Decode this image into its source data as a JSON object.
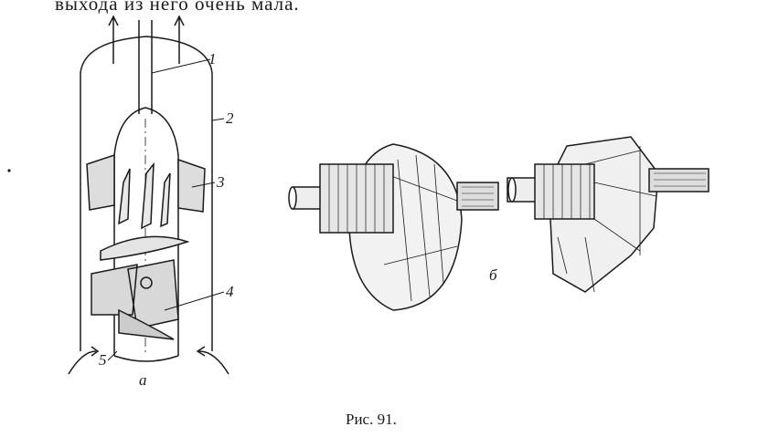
{
  "body_text": "выхода из него очень мала.",
  "figure": {
    "caption": "Рис. 91.",
    "panel_a": {
      "label": "а",
      "callouts": [
        "1",
        "2",
        "3",
        "4",
        "5"
      ]
    },
    "panel_b": {
      "label": "б"
    }
  }
}
